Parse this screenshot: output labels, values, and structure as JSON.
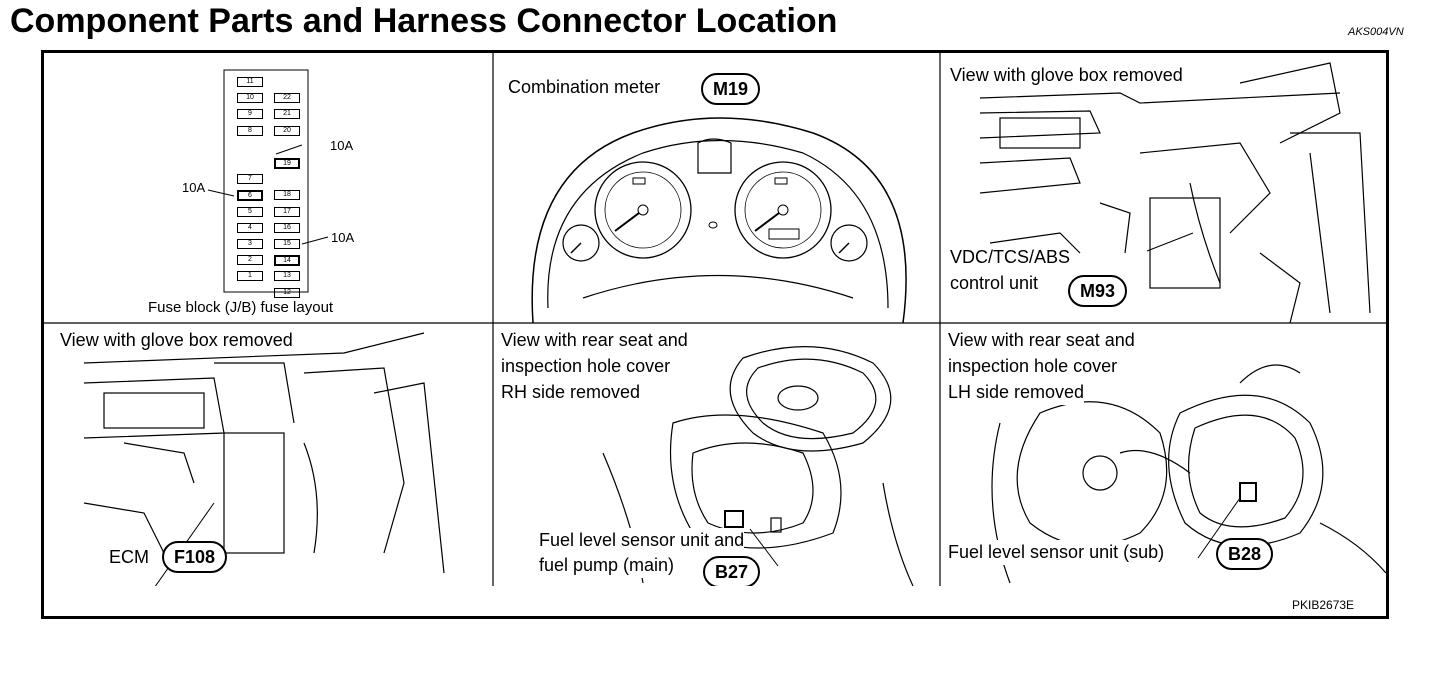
{
  "title": "Component Parts and Harness Connector Location",
  "doc_id": "AKS004VN",
  "figure_id": "PKIB2673E",
  "panels": {
    "fuse": {
      "caption": "Fuse block (J/B) fuse layout",
      "amp_top": "10A",
      "amp_left": "10A",
      "amp_bottom": "10A",
      "left_column": [
        "11",
        "10",
        "9",
        "8",
        "7",
        "6",
        "5",
        "4",
        "3",
        "2",
        "1"
      ],
      "right_column": [
        "22",
        "21",
        "20",
        "19",
        "18",
        "17",
        "16",
        "15",
        "14",
        "13",
        "12"
      ]
    },
    "meter": {
      "label": "Combination meter",
      "connector": "M19"
    },
    "vdc": {
      "view": "View with glove box removed",
      "label_line1": "VDC/TCS/ABS",
      "label_line2": "control unit",
      "connector": "M93"
    },
    "ecm": {
      "view": "View with glove box removed",
      "label": "ECM",
      "connector": "F108"
    },
    "fuel_main": {
      "view_line1": "View with rear seat and",
      "view_line2": "inspection hole cover",
      "view_line3": "RH side removed",
      "label_line1": "Fuel level sensor unit and",
      "label_line2": "fuel pump (main)",
      "connector": "B27"
    },
    "fuel_sub": {
      "view_line1": "View with rear seat and",
      "view_line2": "inspection hole cover",
      "view_line3": "LH side removed",
      "label": "Fuel level sensor unit (sub)",
      "connector": "B28"
    }
  }
}
